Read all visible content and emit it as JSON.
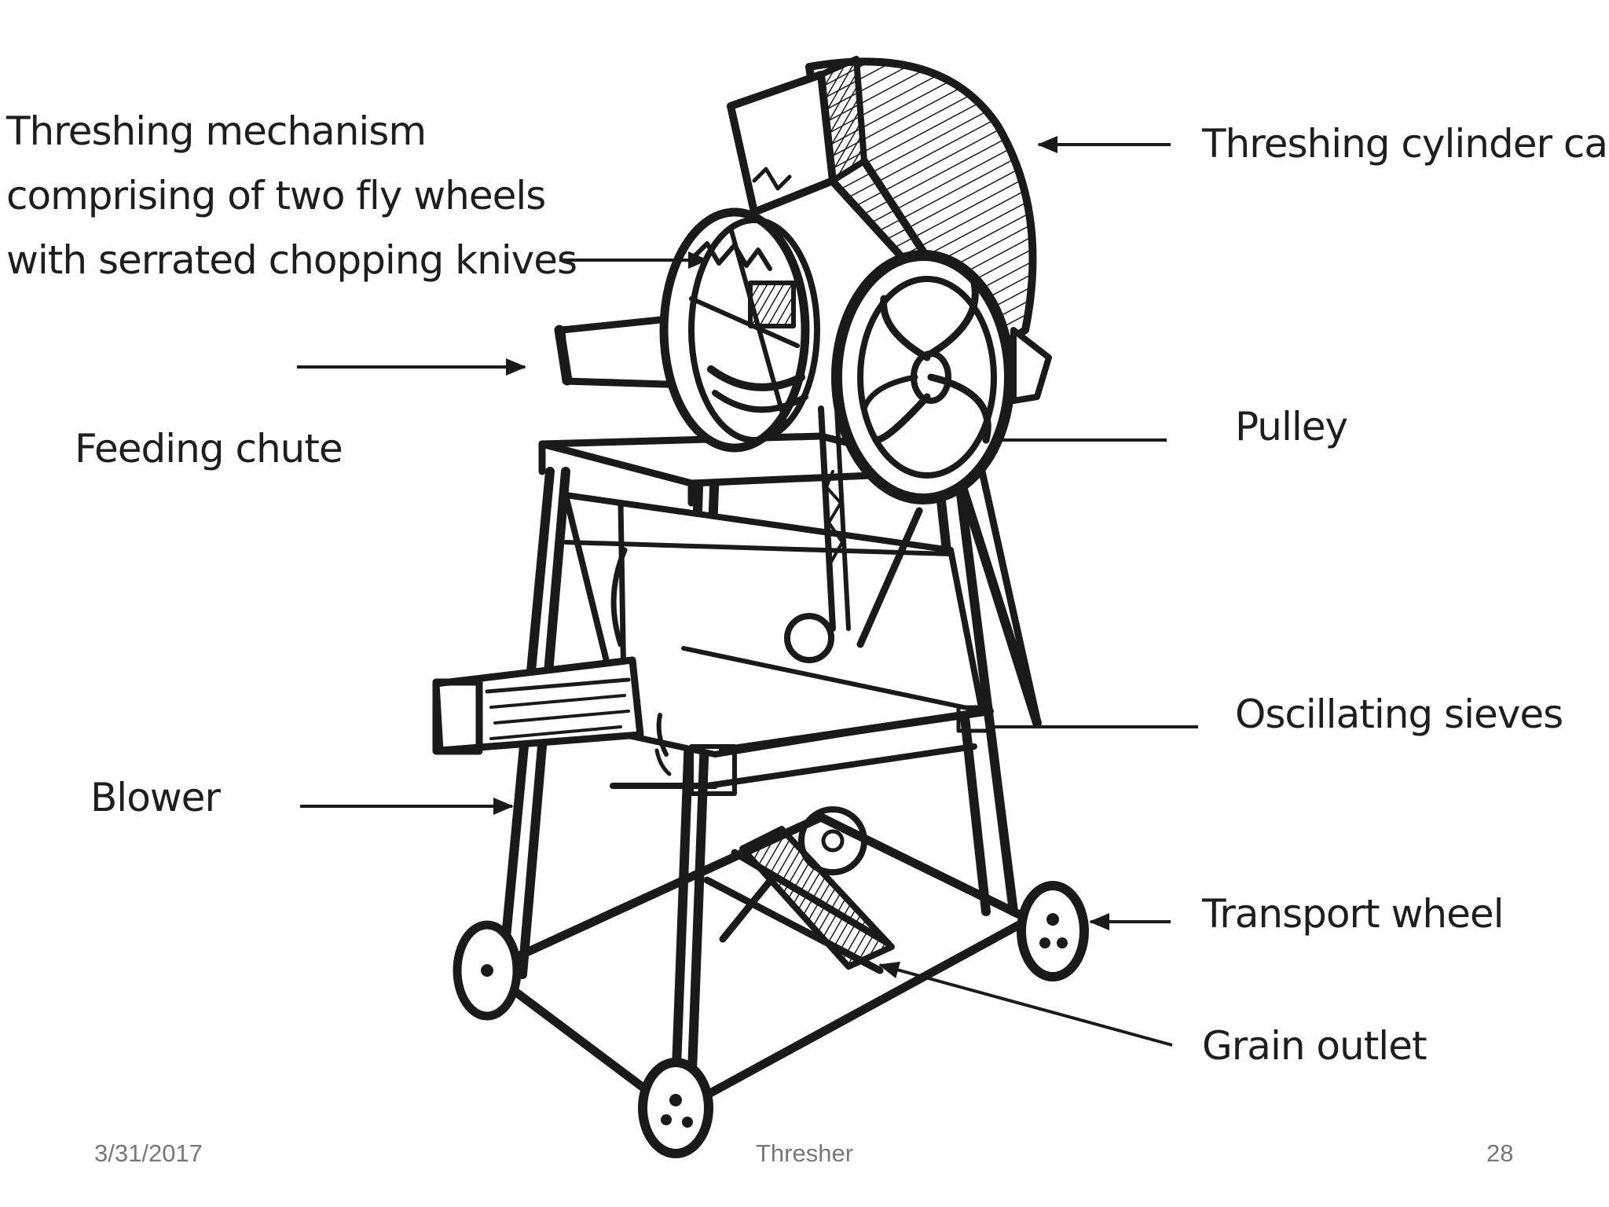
{
  "slide": {
    "labels": {
      "threshing_mechanism": [
        "Threshing mechanism",
        "comprising of two fly wheels",
        "with serrated chopping knives"
      ],
      "threshing_cylinder_casing": "Threshing cylinder casing",
      "feeding_chute": "Feeding chute",
      "pulley": "Pulley",
      "oscillating_sieves": "Oscillating sieves",
      "blower": "Blower",
      "transport_wheel": "Transport wheel",
      "grain_outlet": "Grain outlet"
    },
    "footer": {
      "date": "3/31/2017",
      "title": "Thresher",
      "page_number": "28"
    }
  },
  "colors": {
    "background": "#ffffff",
    "ink": "#1a1a1a",
    "label_text": "#1e1e1e",
    "footer_text": "#777777"
  }
}
